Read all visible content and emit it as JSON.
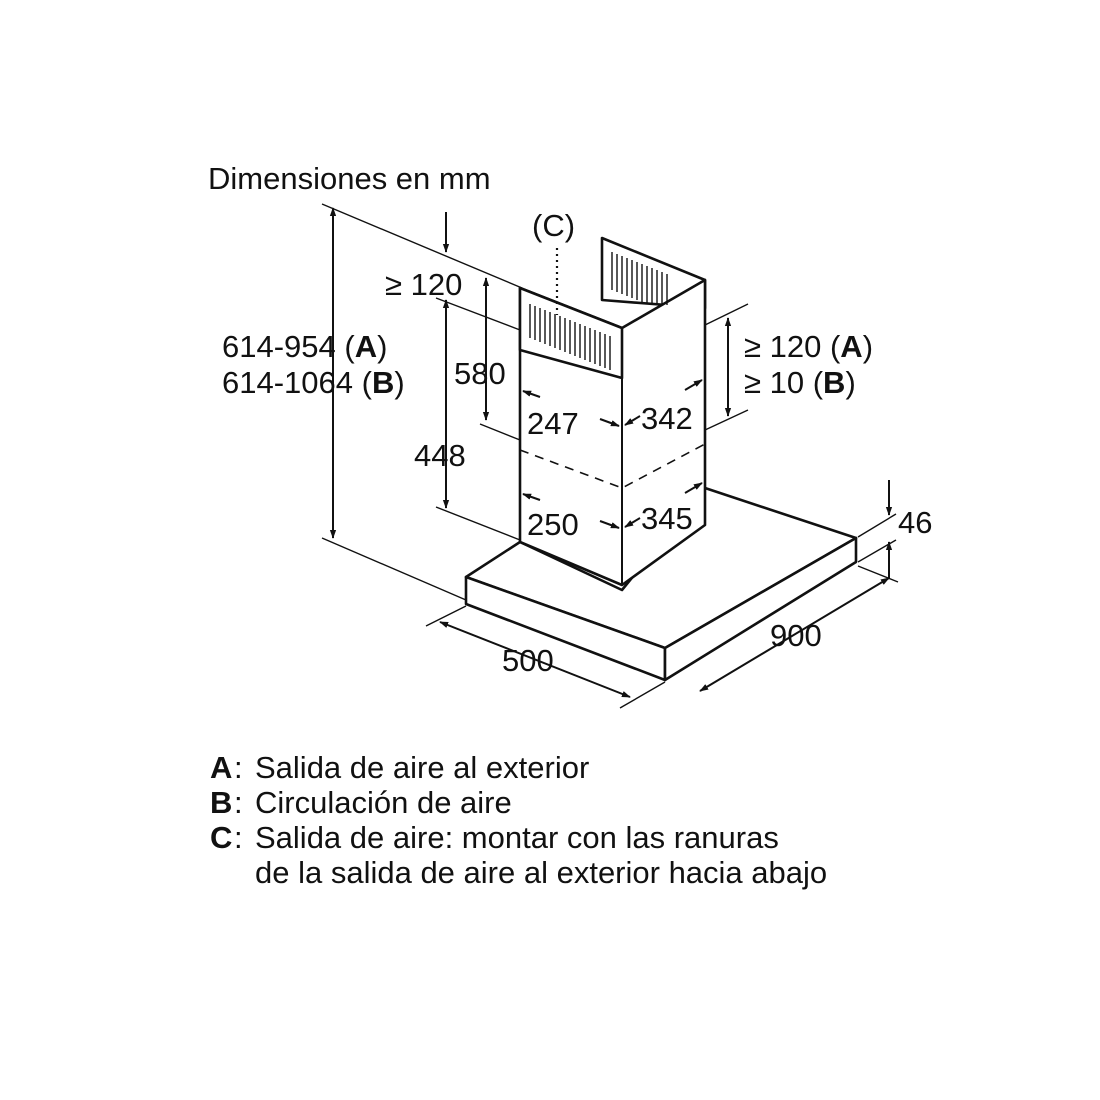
{
  "title": "Dimensiones en mm",
  "labels": {
    "vent_label": "(C)",
    "ceiling_gap": "≥ 120",
    "total_height_a_value": "614-954 (",
    "total_height_a_key": "A",
    "total_height_b_value": "614-1064 (",
    "total_height_b_key": "B",
    "close_paren": ")",
    "upper_chimney_height": "580",
    "lower_chimney_height": "448",
    "upper_chimney_width": "247",
    "upper_chimney_depth": "342",
    "lower_chimney_width": "250",
    "lower_chimney_depth": "345",
    "side_gap_a_value": "≥ 120 (",
    "side_gap_a_key": "A",
    "side_gap_b_value": "≥ 10 (",
    "side_gap_b_key": "B",
    "canopy_thickness": "46",
    "canopy_depth": "500",
    "canopy_width": "900"
  },
  "legend": [
    {
      "key": "A",
      "text": "Salida de aire al exterior"
    },
    {
      "key": "B",
      "text": "Circulación de aire"
    },
    {
      "key": "C",
      "text": "Salida de aire: montar con las ranuras",
      "continuation": "de la salida de aire al exterior hacia abajo"
    }
  ],
  "colors": {
    "ink": "#111111",
    "background": "#ffffff"
  }
}
